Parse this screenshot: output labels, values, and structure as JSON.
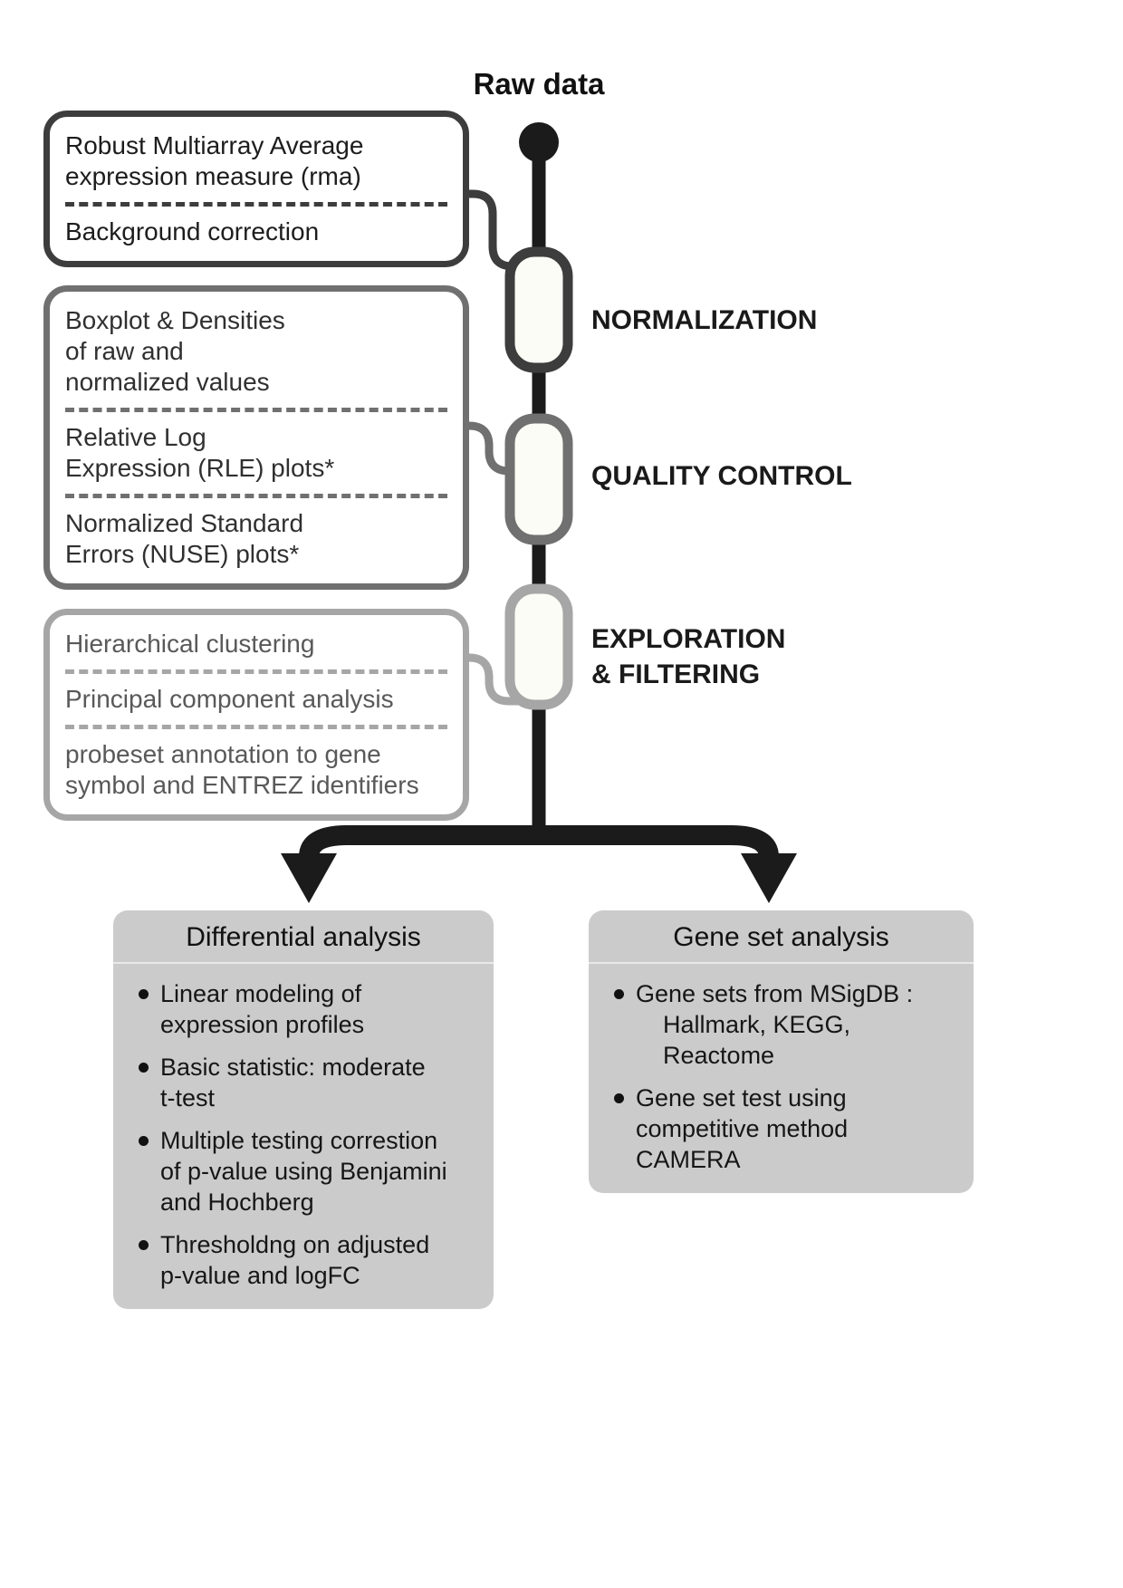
{
  "header": {
    "title": "Raw data"
  },
  "stages": [
    {
      "label": "NORMALIZATION",
      "items": [
        "Robust Multiarray Average\nexpression measure (rma)",
        "Background correction"
      ]
    },
    {
      "label": "QUALITY CONTROL",
      "items": [
        "Boxplot & Densities\nof raw and\nnormalized values",
        "Relative Log\nExpression (RLE) plots*",
        "Normalized Standard\nErrors (NUSE) plots*"
      ]
    },
    {
      "label": "EXPLORATION\n& FILTERING",
      "items": [
        "Hierarchical clustering",
        "Principal component analysis",
        "probeset annotation to gene\nsymbol and ENTREZ identifiers"
      ]
    }
  ],
  "analyses": [
    {
      "title": "Differential analysis",
      "bullets": [
        "Linear modeling of\nexpression profiles",
        "Basic statistic: moderate\nt-test",
        "Multiple testing correstion\nof p-value using Benjamini\nand Hochberg",
        "Thresholdng on adjusted\np-value and logFC"
      ]
    },
    {
      "title": "Gene set analysis",
      "bullets": [
        "Gene sets from MSigDB :\n    Hallmark, KEGG,\n    Reactome",
        "Gene set test using\ncompetitive method\nCAMERA"
      ]
    }
  ],
  "colors": {
    "stage1_border": "#3d3d3d",
    "stage2_border": "#707070",
    "stage3_border": "#a6a6a6",
    "spine": "#1b1b1b",
    "analysis_box_bg": "#cbcbcb"
  }
}
